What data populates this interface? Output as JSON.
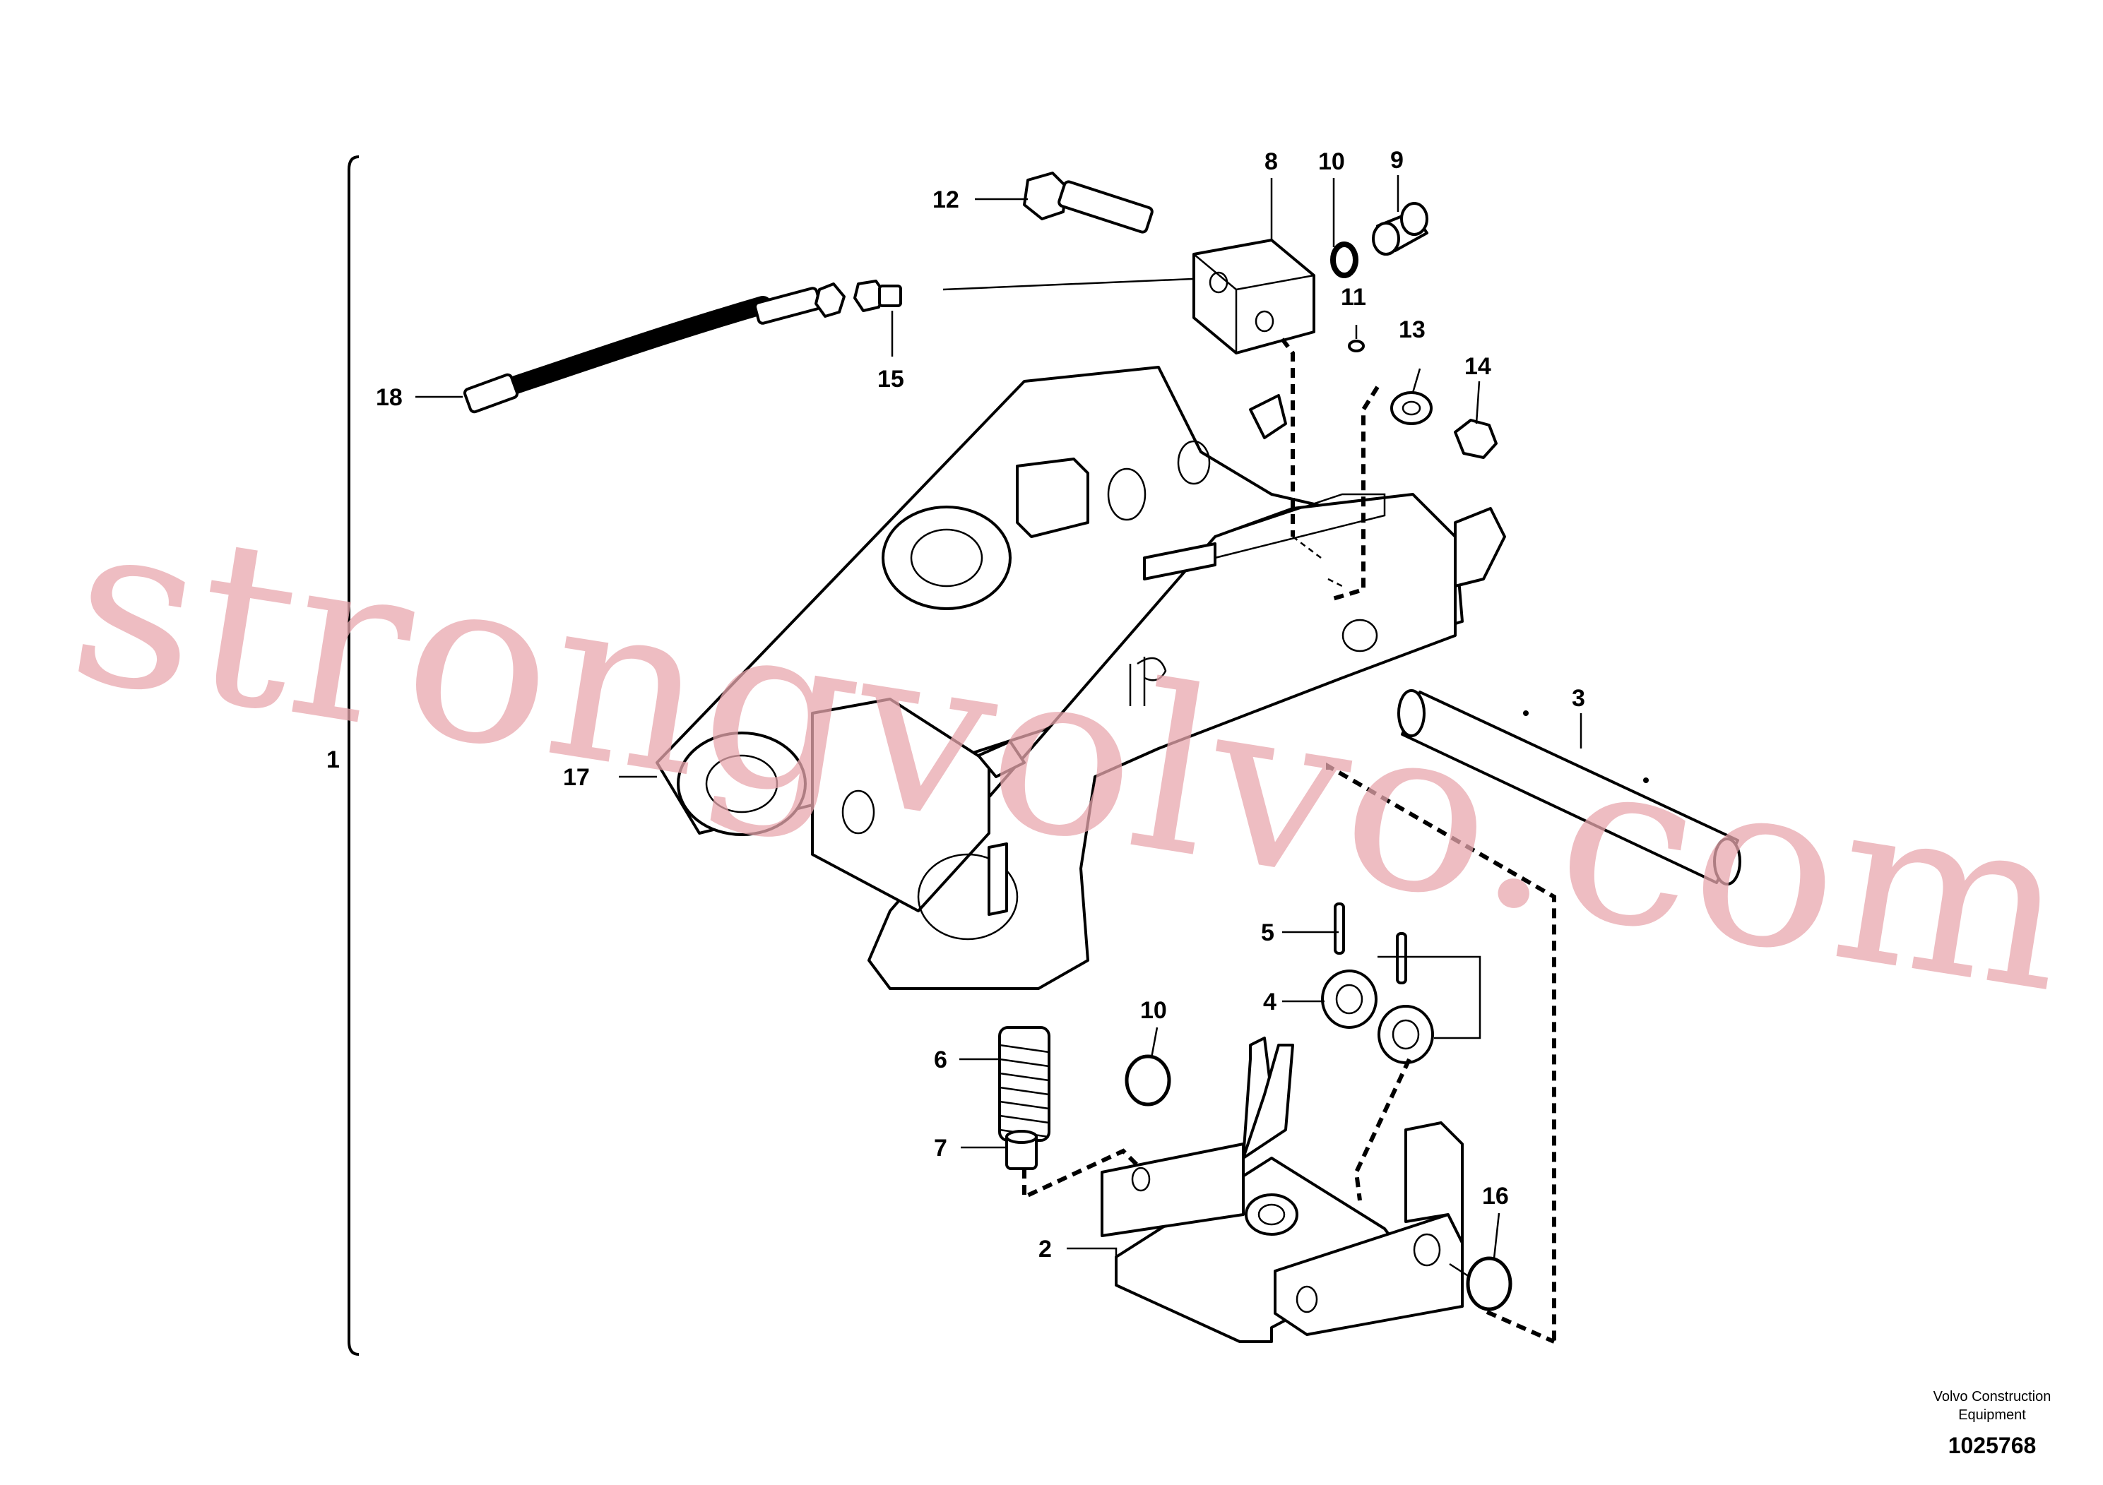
{
  "callouts": [
    {
      "id": "c1",
      "label": "1"
    },
    {
      "id": "c2",
      "label": "2"
    },
    {
      "id": "c3",
      "label": "3"
    },
    {
      "id": "c4",
      "label": "4"
    },
    {
      "id": "c5",
      "label": "5"
    },
    {
      "id": "c6",
      "label": "6"
    },
    {
      "id": "c7",
      "label": "7"
    },
    {
      "id": "c8",
      "label": "8"
    },
    {
      "id": "c9",
      "label": "9"
    },
    {
      "id": "c10",
      "label": "10"
    },
    {
      "id": "c10b",
      "label": "10"
    },
    {
      "id": "c11",
      "label": "11"
    },
    {
      "id": "c12",
      "label": "12"
    },
    {
      "id": "c13",
      "label": "13"
    },
    {
      "id": "c14",
      "label": "14"
    },
    {
      "id": "c15",
      "label": "15"
    },
    {
      "id": "c16",
      "label": "16"
    },
    {
      "id": "c17",
      "label": "17"
    },
    {
      "id": "c18",
      "label": "18"
    }
  ],
  "watermark": "strongvolvo.com",
  "footer": {
    "company_line1": "Volvo Construction",
    "company_line2": "Equipment",
    "doc_number": "1025768"
  }
}
